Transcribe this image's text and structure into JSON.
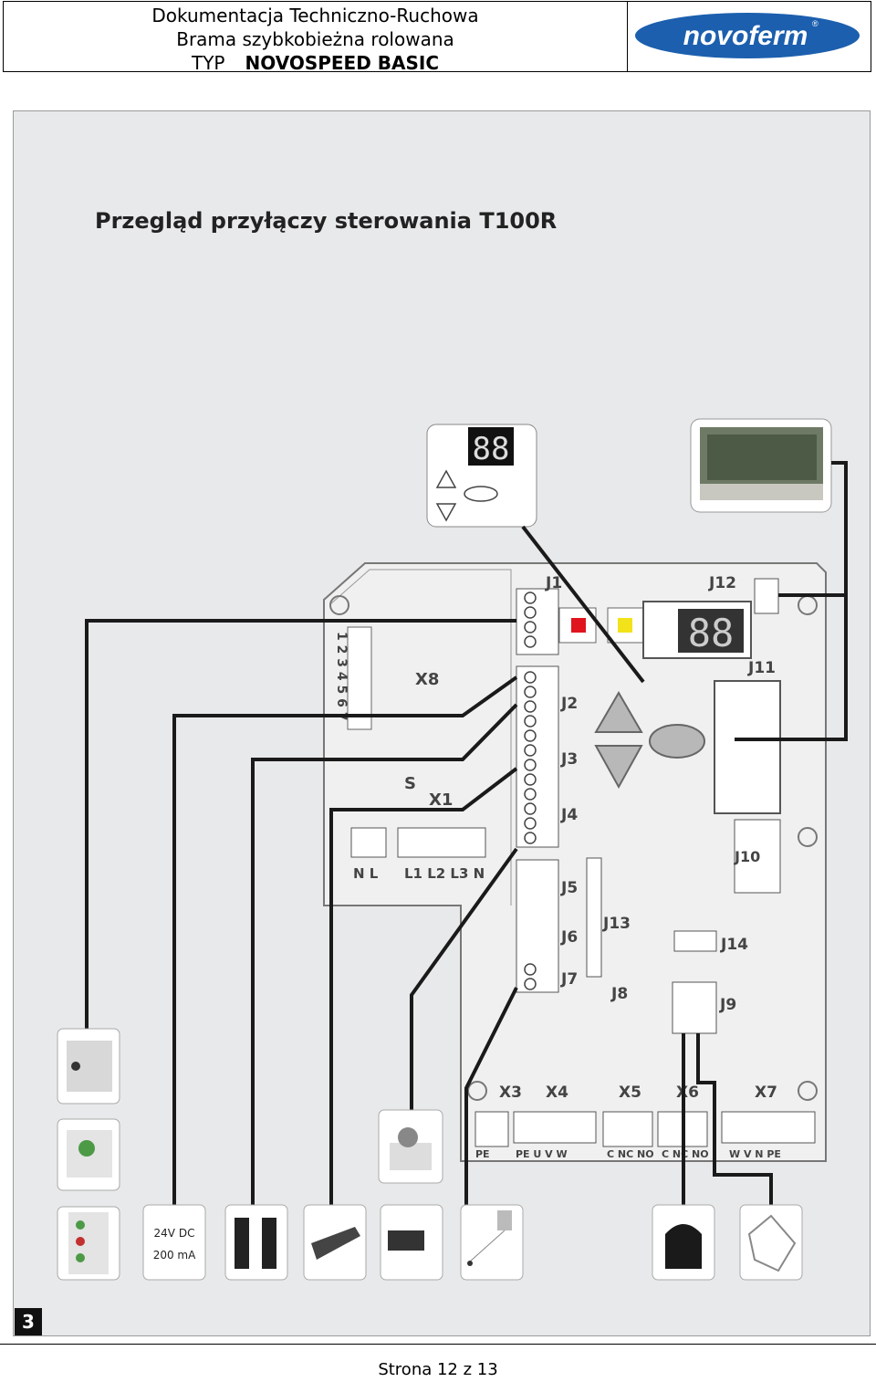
{
  "header": {
    "line1": "Dokumentacja Techniczno-Ruchowa",
    "line2": "Brama szybkobieżna rolowana",
    "type_label": "TYP",
    "type_value": "NOVOSPEED BASIC",
    "logo_text": "novoferm",
    "logo_mark": "®"
  },
  "figure": {
    "title": "Przegląd przyłączy sterowania T100R",
    "number": "3",
    "connector_labels": {
      "J1": "J1",
      "J2": "J2",
      "J3": "J3",
      "J4": "J4",
      "J5": "J5",
      "J6": "J6",
      "J7": "J7",
      "J8": "J8",
      "J9": "J9",
      "J10": "J10",
      "J11": "J11",
      "J12": "J12",
      "J13": "J13",
      "J14": "J14",
      "X1": "X1",
      "X3": "X3",
      "X4": "X4",
      "X5": "X5",
      "X6": "X6",
      "X7": "X7",
      "X8": "X8",
      "S": "S",
      "x8_pins": "1 2 3 4 5 6 7",
      "power_left": "N L",
      "power_right": "L1 L2 L3 N",
      "x3_terms": "PE",
      "x4_terms": "PE U V W",
      "x5_terms": "C NC NO",
      "x6_terms": "C NC NO",
      "x7_terms": "W V N PE"
    },
    "power_supply_line1": "24V DC",
    "power_supply_line2": "200 mA",
    "display_digits": "88"
  },
  "footer": {
    "page": "Strona 12 z 13"
  },
  "colors": {
    "led_red": "#e0141e",
    "led_yellow": "#f2e21a",
    "logo_blue": "#1c5fae"
  }
}
